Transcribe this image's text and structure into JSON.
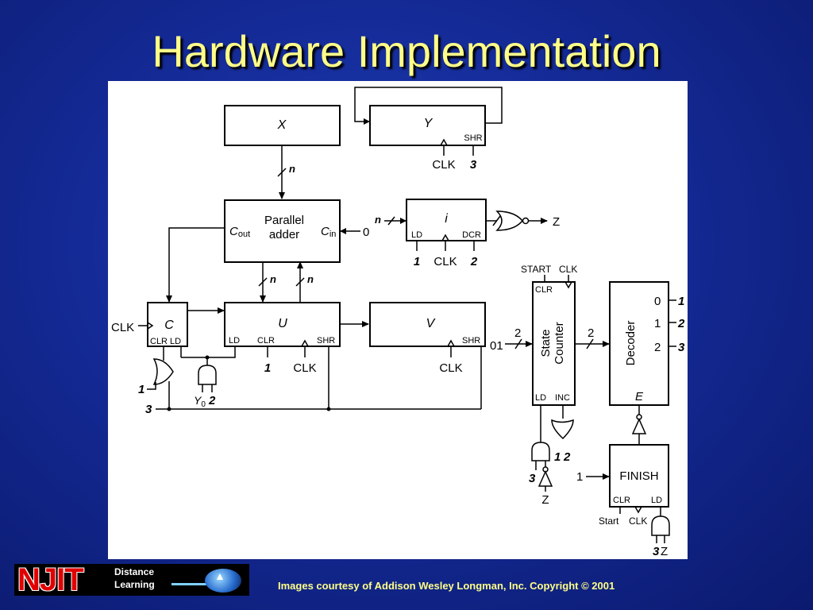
{
  "title": "Hardware Implementation",
  "footer": {
    "logo_text": "NJIT",
    "logo_sub1": "Distance",
    "logo_sub2": "Learning",
    "credit": "Images courtesy of Addison Wesley Longman, Inc. Copyright © 2001"
  },
  "diagram": {
    "x_label": "X",
    "y_label": "Y",
    "u_label": "U",
    "v_label": "V",
    "c_label": "C",
    "i_label": "i",
    "adder_label1": "Parallel",
    "adder_label2": "adder",
    "cout_main": "C",
    "cout_sub": "out",
    "cin_main": "C",
    "cin_sub": "in",
    "zero": "0",
    "n": "n",
    "z": "Z",
    "clk": "CLK",
    "ld": "LD",
    "clr": "CLR",
    "shr": "SHR",
    "dcr": "DCR",
    "inc": "INC",
    "start": "START",
    "start2": "Start",
    "state1": "State",
    "state2": "Counter",
    "decoder": "Decoder",
    "e_label": "E",
    "finish": "FINISH",
    "v_in": "01",
    "y0_main": "Y",
    "y0_sub": "0",
    "clr_ld": "CLR LD",
    "d0": "0",
    "d1": "1",
    "d2": "2",
    "one": "1",
    "two": "2",
    "three": "3"
  }
}
